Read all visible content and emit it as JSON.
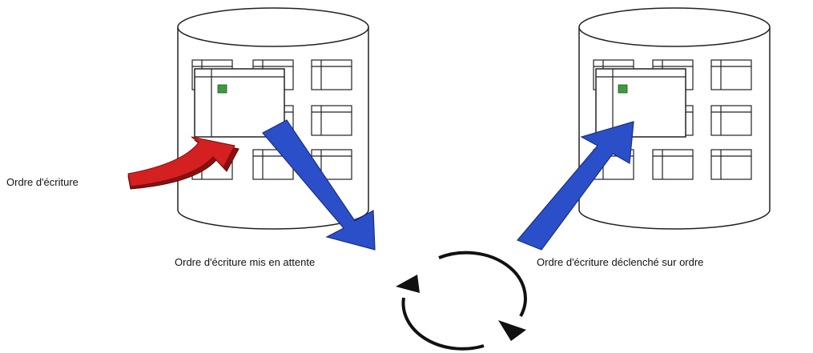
{
  "labels": {
    "write_order": "Ordre d'écriture",
    "write_order_queued": "Ordre d'écriture mis en attente",
    "write_order_triggered": "Ordre d'écriture déclenché sur ordre"
  },
  "colors": {
    "write_arrow": "#d42020",
    "write_arrow_shadow": "#8a1010",
    "flow_arrow": "#2b4fc9",
    "flow_arrow_edge": "#1a2f80",
    "cycle_arrow": "#111111",
    "active_marker": "#3f9a3f",
    "outline": "#222222"
  },
  "icons": {
    "left_store": "database-cylinder-icon",
    "right_store": "database-cylinder-icon",
    "cycle": "refresh-cycle-icon"
  }
}
